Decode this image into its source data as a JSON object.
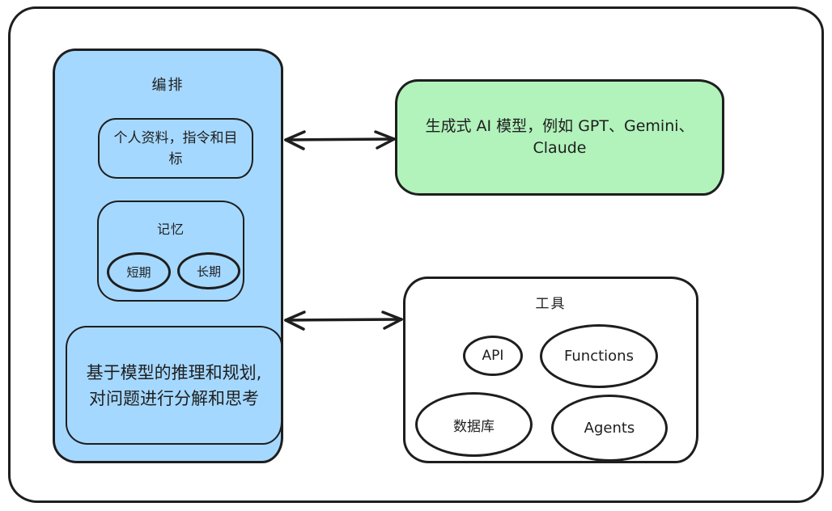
{
  "colors": {
    "stroke": "#1e1e1e",
    "orchestration_fill": "#a5d8ff",
    "model_fill": "#b2f2bb",
    "tools_fill": "#ffffff",
    "background": "#ffffff"
  },
  "orchestration": {
    "title": "编排",
    "profile_box": {
      "line1": "个人资料，指令和目",
      "line2": "标"
    },
    "memory_box": {
      "title": "记忆",
      "short_term": "短期",
      "long_term": "长期"
    },
    "reasoning_box": {
      "line1": "基于模型的推理和规划,",
      "line2": "对问题进行分解和思考"
    }
  },
  "model_box": {
    "line1": "生成式 AI 模型，例如 GPT、Gemini、",
    "line2": "Claude"
  },
  "tools_box": {
    "title": "工具",
    "items": {
      "api": "API",
      "functions": "Functions",
      "database": "数据库",
      "agents": "Agents"
    }
  }
}
